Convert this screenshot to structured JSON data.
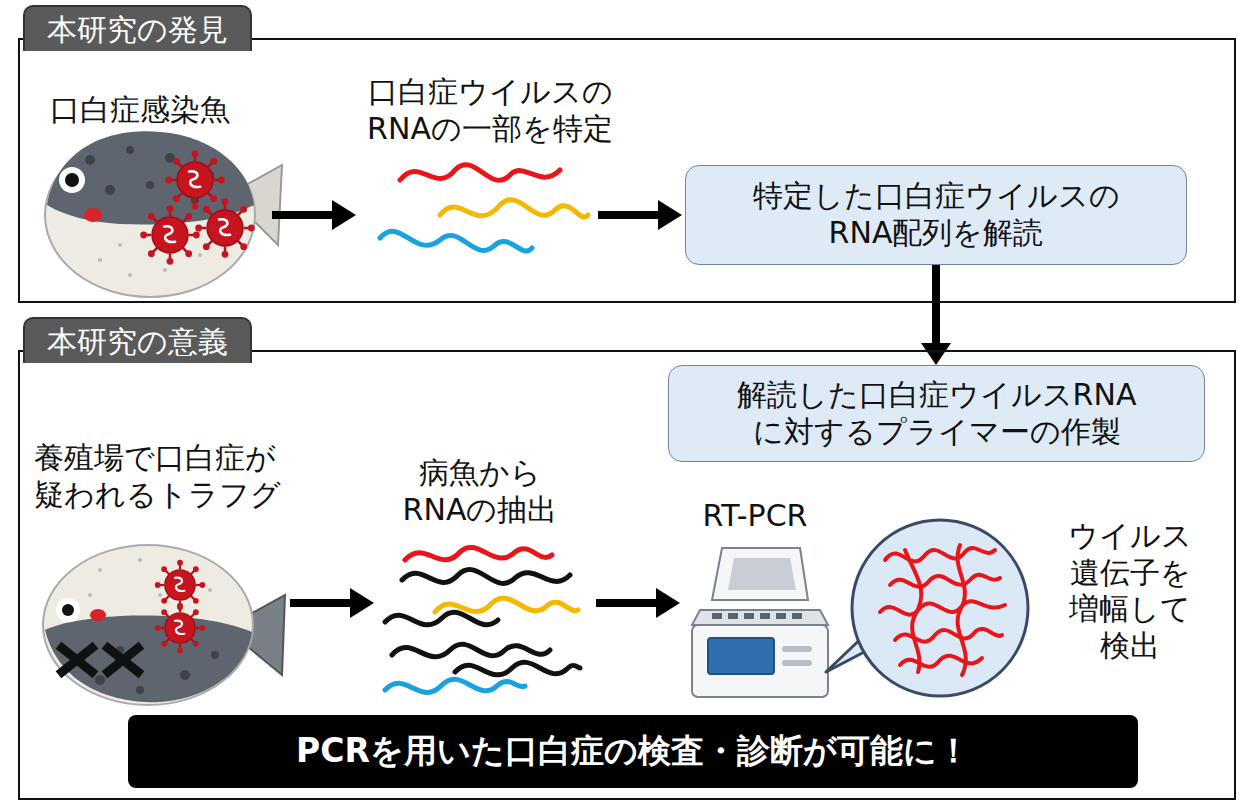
{
  "diagram": {
    "nodes": [
      {
        "text": [
          "本研究の発見"
        ]
      },
      {
        "text": [
          "特定した口白症ウイルスの RNA配列を解読"
        ],
        "in": 0
      },
      {
        "text": [
          "本研究の意義"
        ]
      },
      {
        "text": [
          "解読した口白症ウイルスRNA に対するプライマーの作製"
        ],
        "in": 2
      },
      {
        "text": [
          "PCRを用いた口白症の検査・診断が可能に！"
        ],
        "in": 2
      }
    ],
    "edges": [
      {
        "from": 1,
        "to": 3,
        "arrow": "to"
      }
    ],
    "labels": [
      "口白症感染魚",
      "口白症ウイルスの RNAの一部を特定",
      "養殖場で口白症が 疑われるトラフグ",
      "病魚から RNAの抽出",
      "RT-PCR",
      "ウイルス 遺伝子を 増幅して 検出"
    ]
  }
}
